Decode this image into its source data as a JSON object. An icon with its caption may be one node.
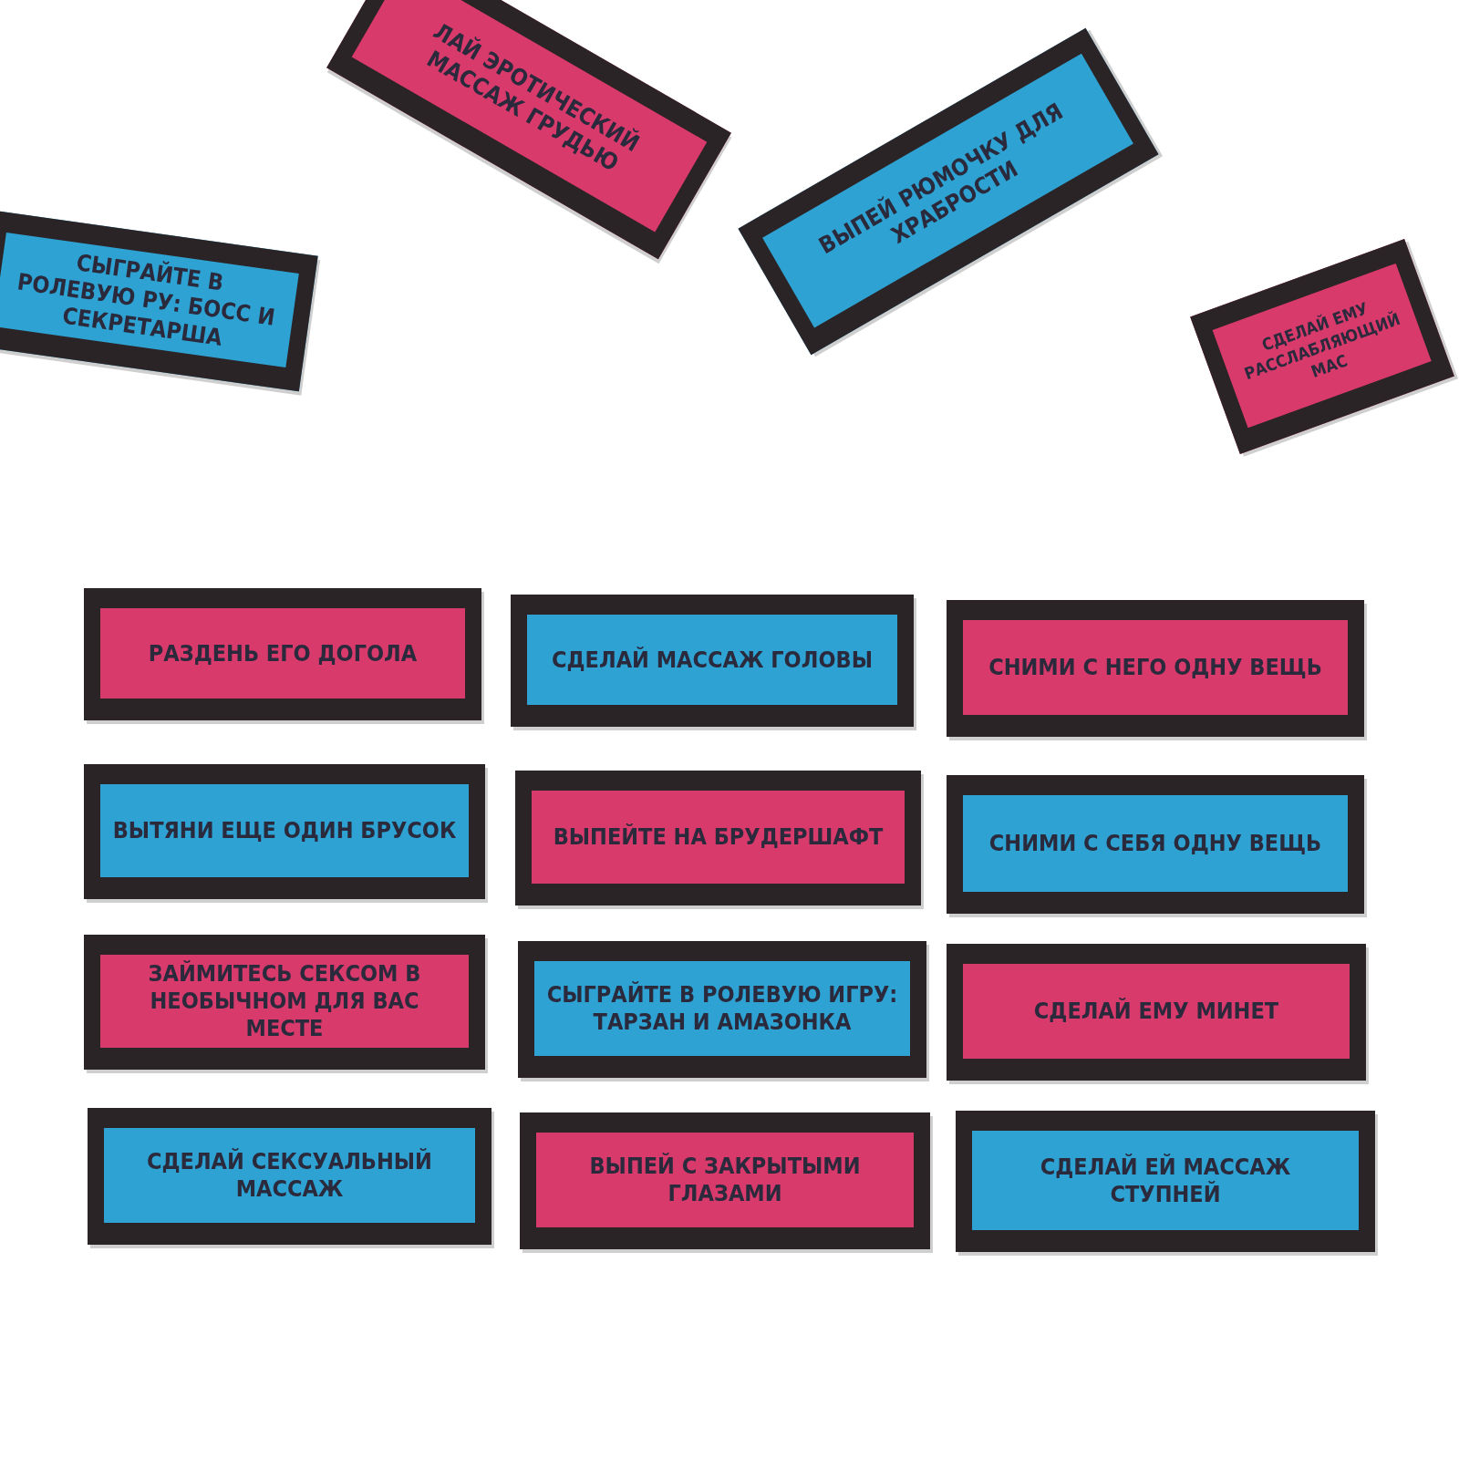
{
  "diagram": {
    "nodes": [
      {
        "text": [
          "СЫГРАЙТЕ В РОЛЕВУЮ РУ: БОСС И СЕКРЕТАРША"
        ]
      },
      {
        "text": [
          "ЛАЙ ЭРОТИЧЕСКИЙ МАССАЖ ГРУДЬЮ"
        ]
      },
      {
        "text": [
          "ВЫПЕЙ РЮМОЧКУ ДЛЯ ХРАБРОСТИ"
        ]
      },
      {
        "text": [
          "СДЕЛАЙ ЕМУ РАССЛАБЛЯЮЩИЙ МАС"
        ]
      },
      {
        "text": [
          "РАЗДЕНЬ ЕГО ДОГОЛА"
        ]
      },
      {
        "text": [
          "СДЕЛАЙ МАССАЖ ГОЛОВЫ"
        ]
      },
      {
        "text": [
          "СНИМИ С НЕГО ОДНУ ВЕЩЬ"
        ]
      },
      {
        "text": [
          "ВЫТЯНИ ЕЩЕ ОДИН БРУСОК"
        ]
      },
      {
        "text": [
          "ВЫПЕЙТЕ НА БРУДЕРШАФТ"
        ]
      },
      {
        "text": [
          "СНИМИ С СЕБЯ ОДНУ ВЕЩЬ"
        ]
      },
      {
        "text": [
          "ЗАЙМИТЕСЬ СЕКСОМ В НЕОБЫЧНОМ ДЛЯ ВАС МЕСТЕ"
        ]
      },
      {
        "text": [
          "СЫГРАЙТЕ В РОЛЕВУЮ ИГРУ: ТАРЗАН И АМАЗОНКА"
        ]
      },
      {
        "text": [
          "СДЕЛАЙ ЕМУ МИНЕТ"
        ]
      },
      {
        "text": [
          "СДЕЛАЙ СЕКСУАЛЬНЫЙ МАССАЖ"
        ]
      },
      {
        "text": [
          "ВЫПЕЙ С ЗАКРЫТЫМИ ГЛАЗАМИ"
        ]
      },
      {
        "text": [
          "СДЕЛАЙ ЕЙ МАССАЖ СТУПНЕЙ"
        ]
      }
    ]
  }
}
